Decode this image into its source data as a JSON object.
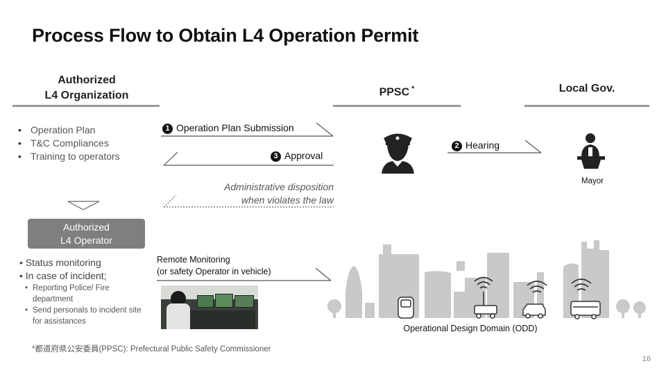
{
  "title": "Process Flow to Obtain L4 Operation Permit",
  "columns": {
    "org": {
      "line1": "Authorized",
      "line2": "L4 Organization"
    },
    "ppsc": {
      "label": "PPSC",
      "mark": "*"
    },
    "gov": {
      "label": "Local Gov."
    }
  },
  "org_items": [
    "Operation Plan",
    "T&C Compliances",
    "Training to operators"
  ],
  "steps": {
    "s1": {
      "num": "1",
      "label": "Operation Plan Submission"
    },
    "s2": {
      "num": "2",
      "label": "Hearing"
    },
    "s3": {
      "num": "3",
      "label": "Approval"
    }
  },
  "admin": {
    "line1": "Administrative disposition",
    "line2": "when violates the law"
  },
  "operator": {
    "line1": "Authorized",
    "line2": "L4 Operator"
  },
  "operator_items": [
    "Status monitoring",
    "In case of incident;"
  ],
  "operator_subitems": [
    "Reporting Police/ Fire department",
    "Send personals to incident site for assistances"
  ],
  "remote": {
    "line1": "Remote Monitoring",
    "line2": "(or safety Operator in vehicle)"
  },
  "mayor": "Mayor",
  "odd": "Operational Design Domain (ODD)",
  "footnote": "*都道府県公安委員(PPSC): Prefectural Public Safety Commissioner",
  "page_number": "16",
  "colors": {
    "header_bar": "#999999",
    "operator_box": "#7f7f7f",
    "city": "#c9c9c9",
    "dark_icon": "#222222"
  },
  "icons": [
    "police-officer-icon",
    "mayor-podium-icon",
    "wifi-signal-icon",
    "vehicle-icon",
    "tree-icon",
    "city-skyline-icon",
    "monitoring-photo"
  ]
}
